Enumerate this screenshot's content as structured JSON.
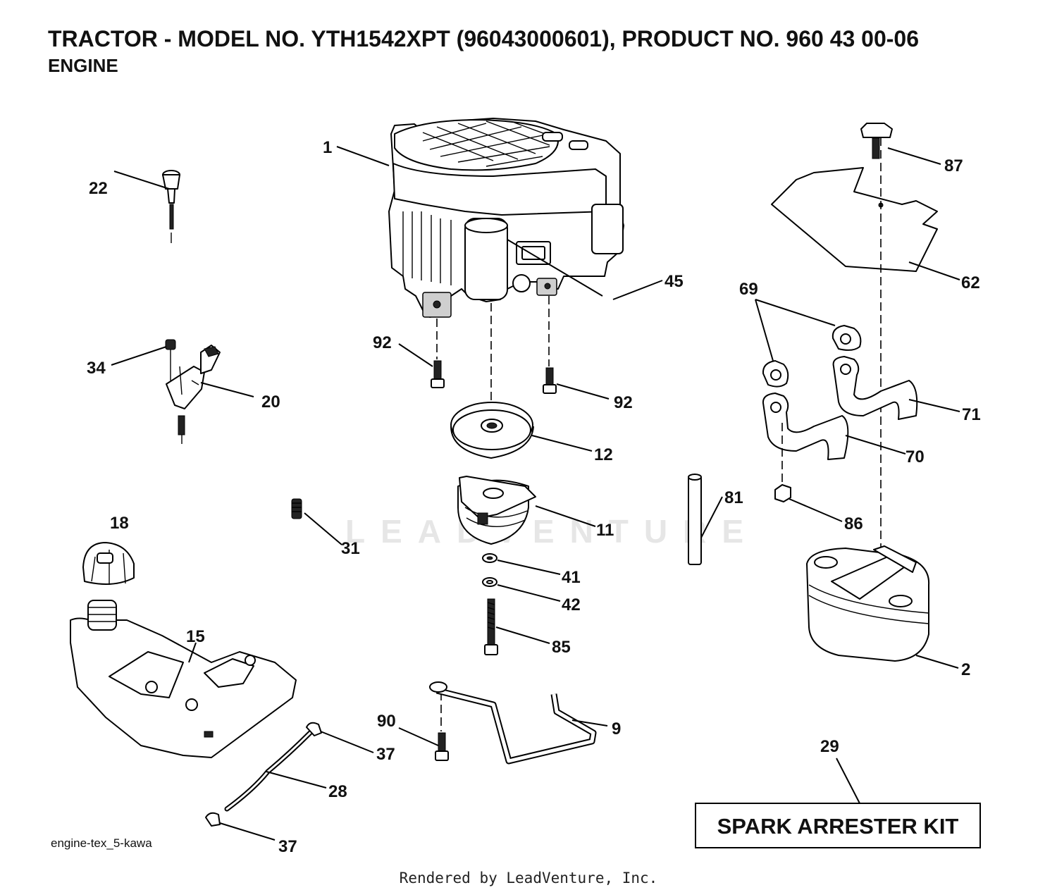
{
  "header": {
    "title": "TRACTOR - MODEL NO. YTH1542XPT (96043000601), PRODUCT NO. 960 43 00-06",
    "subtitle": "ENGINE"
  },
  "callouts": {
    "c1": "1",
    "c22": "22",
    "c87": "87",
    "c45": "45",
    "c62": "62",
    "c69": "69",
    "c92a": "92",
    "c92b": "92",
    "c34": "34",
    "c20": "20",
    "c71": "71",
    "c12": "12",
    "c70": "70",
    "c81": "81",
    "c11": "11",
    "c86": "86",
    "c18": "18",
    "c31": "31",
    "c41": "41",
    "c42": "42",
    "c15": "15",
    "c85": "85",
    "c2": "2",
    "c9": "9",
    "c90": "90",
    "c37a": "37",
    "c29": "29",
    "c28": "28",
    "c37b": "37"
  },
  "kit_label": "SPARK ARRESTER KIT",
  "diagram_id": "engine-tex_5-kawa",
  "watermark": "LEADVENTURE",
  "footer": "Rendered by LeadVenture, Inc."
}
